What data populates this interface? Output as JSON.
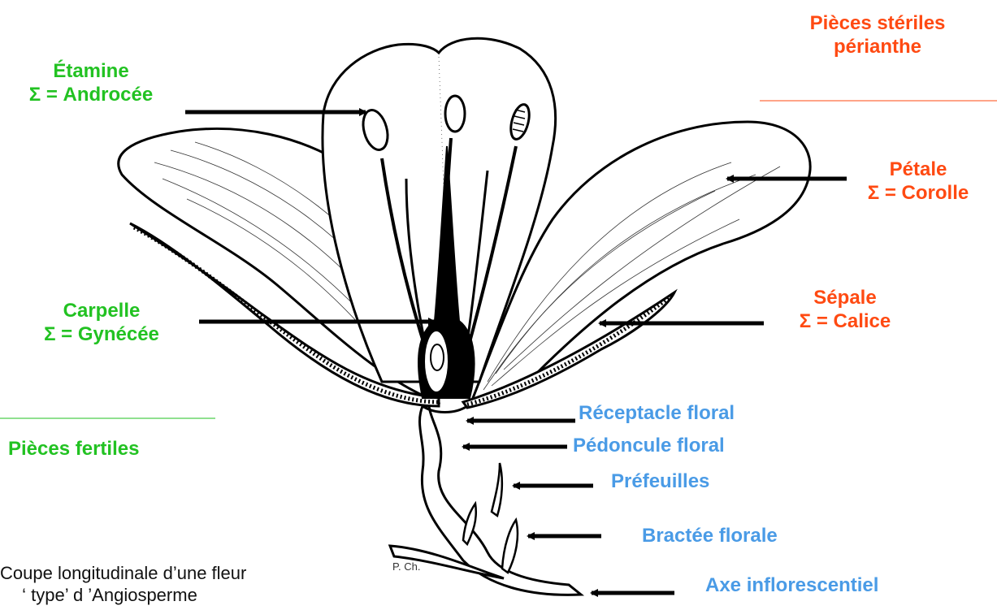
{
  "labels": {
    "etamine": "Étamine",
    "androcee": "Σ = Androcée",
    "carpelle": "Carpelle",
    "gynecee": "Σ = Gynécée",
    "pieces_fertiles": "Pièces fertiles",
    "pieces_steriles_1": "Pièces stériles",
    "pieces_steriles_2": "périanthe",
    "petale": "Pétale",
    "corolle": "Σ = Corolle",
    "sepale": "Sépale",
    "calice": "Σ = Calice",
    "receptacle": "Réceptacle floral",
    "pedoncule": "Pédoncule floral",
    "prefeuilles": "Préfeuilles",
    "bractee": "Bractée florale",
    "axe": "Axe inflorescentiel"
  },
  "caption": {
    "line1": "Coupe longitudinale d’une fleur",
    "line2": "‘ type’ d ’Angiosperme"
  },
  "signature": "P. Ch.",
  "colors": {
    "fertile": "#22c222",
    "sterile": "#ff4a12",
    "stem_parts": "#4a9be6"
  }
}
